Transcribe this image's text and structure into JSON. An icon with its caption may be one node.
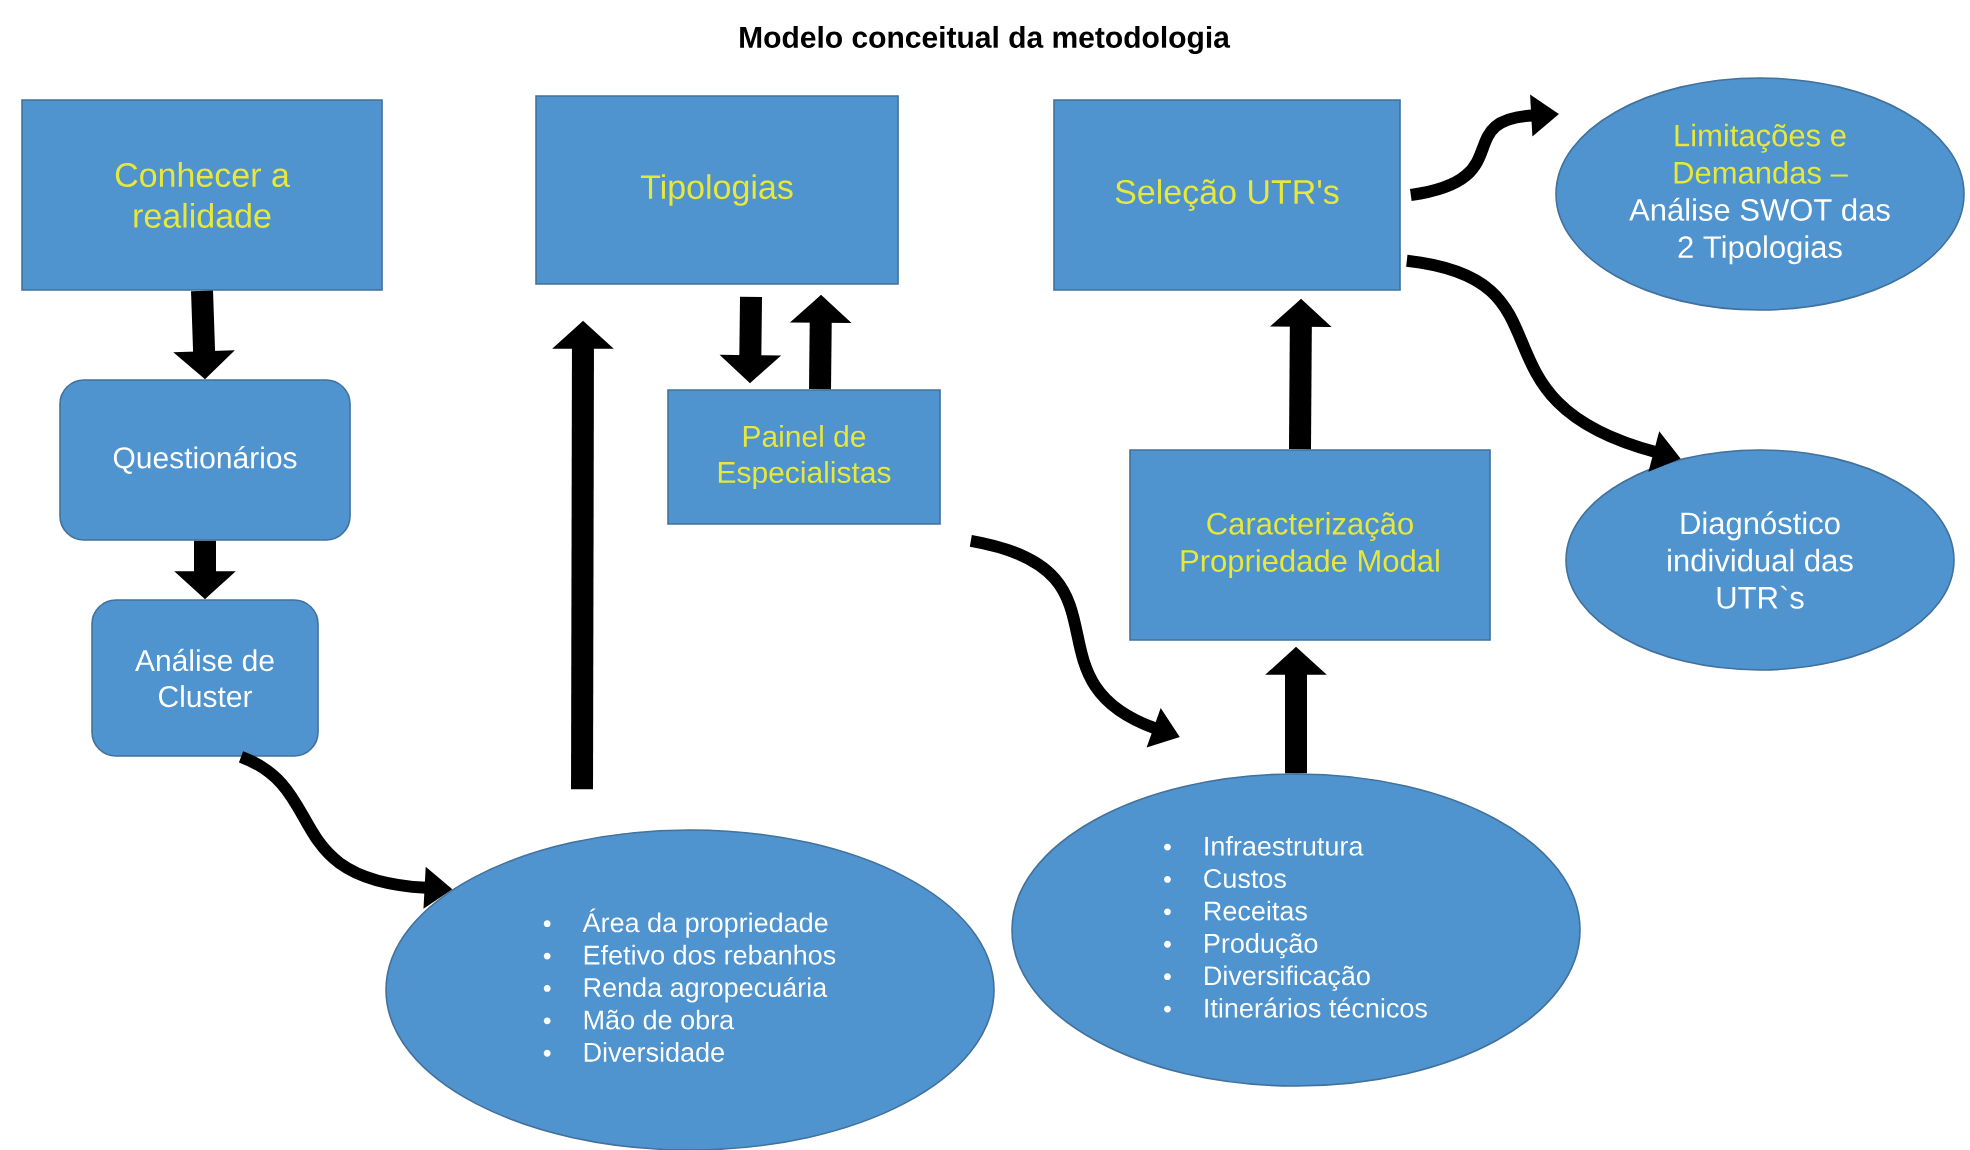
{
  "diagram": {
    "title": "Modelo conceitual da metodologia",
    "nodes": [
      {
        "text": [
          "Conhecer a realidade"
        ]
      },
      {
        "text": [
          "Tipologias"
        ]
      },
      {
        "text": [
          "Seleção UTR's"
        ]
      },
      {
        "text": [
          "Limitações e Demandas –",
          "Análise SWOT das 2 Tipologias"
        ]
      },
      {
        "text": [
          "Questionários"
        ]
      },
      {
        "text": [
          "Painel de Especialistas"
        ]
      },
      {
        "text": [
          "Caracterização Propriedade Modal"
        ]
      },
      {
        "text": [
          "Diagnóstico individual das UTR`s"
        ]
      },
      {
        "text": [
          "Análise de Cluster"
        ]
      },
      {
        "text": [
          "Área da propriedade",
          "Efetivo dos rebanhos",
          "Renda agropecuária",
          "Mão de obra",
          "Diversidade"
        ]
      },
      {
        "text": [
          "Infraestrutura",
          "Custos",
          "Receitas",
          "Produção",
          "Diversificação",
          "Itinerários técnicos"
        ]
      }
    ],
    "edges": [
      {
        "from": 0,
        "to": 4,
        "arrow": "to"
      },
      {
        "from": 4,
        "to": 8,
        "arrow": "to"
      },
      {
        "from": 8,
        "to": 9,
        "arrow": "to"
      },
      {
        "from": 9,
        "to": 1,
        "arrow": "to"
      },
      {
        "from": 1,
        "to": 5,
        "arrow": "to"
      },
      {
        "from": 5,
        "to": 1,
        "arrow": "to"
      },
      {
        "from": 5,
        "to": 10,
        "arrow": "to"
      },
      {
        "from": 10,
        "to": 6,
        "arrow": "to"
      },
      {
        "from": 6,
        "to": 2,
        "arrow": "to"
      },
      {
        "from": 2,
        "to": 3,
        "arrow": "to"
      },
      {
        "from": 2,
        "to": 7,
        "arrow": "to"
      }
    ]
  }
}
